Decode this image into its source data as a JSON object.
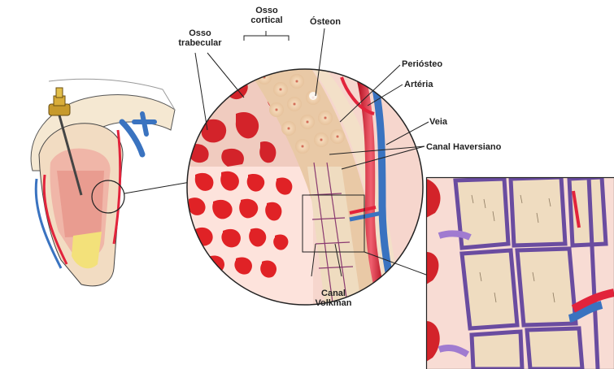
{
  "labels": {
    "osso_cortical": [
      "Osso",
      "cortical"
    ],
    "osso_trabecular": [
      "Osso",
      "trabecular"
    ],
    "osteon": "Ósteon",
    "periosteo": "Periósteo",
    "arteria": "Artéria",
    "veia": "Veia",
    "canal_haversiano": "Canal Haversiano",
    "canal_volkman": [
      "Canal",
      "Volkman"
    ]
  },
  "colors": {
    "bone_fill": "#f2dcc2",
    "marrow_red": "#d3232a",
    "trabecular_bg": "#f6d6cd",
    "cortical_tan": "#e9c9a6",
    "artery": "#e2233b",
    "vein": "#3a73c0",
    "canal": "#7a5aa8",
    "outline": "#222222"
  }
}
